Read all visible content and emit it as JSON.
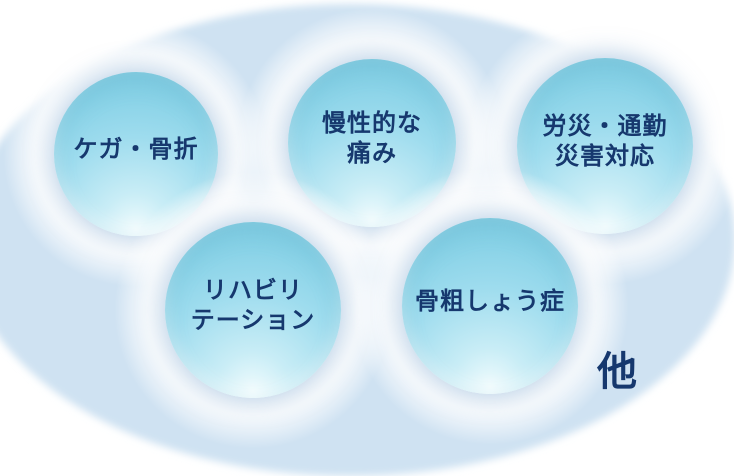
{
  "diagram": {
    "bubbles": [
      {
        "name": "injury-fracture",
        "lines": [
          "ケガ・骨折"
        ]
      },
      {
        "name": "chronic-pain",
        "lines": [
          "慢性的な",
          "痛み"
        ]
      },
      {
        "name": "work-commute-accident",
        "lines": [
          "労災・通勤",
          "災害対応"
        ]
      },
      {
        "name": "rehabilitation",
        "lines": [
          "リハビリ",
          "テーション"
        ]
      },
      {
        "name": "osteoporosis",
        "lines": [
          "骨粗しょう症"
        ]
      }
    ],
    "others_label": "他",
    "colors": {
      "background": "#ffffff",
      "blob": "#cfe2f2",
      "bubble_edge": "#79c8de",
      "bubble_mid": "#9edcee",
      "bubble_highlight": "#effbfd",
      "halo": "#ffffff",
      "text": "#16386e"
    }
  }
}
